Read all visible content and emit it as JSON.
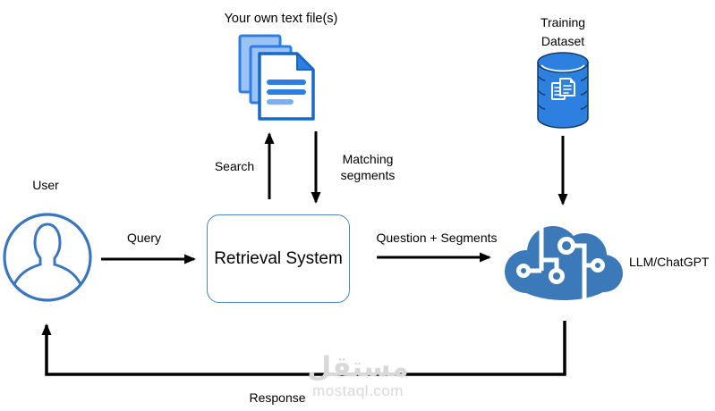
{
  "nodes": {
    "files": {
      "label": "Your own text file(s)"
    },
    "training": {
      "line1": "Training",
      "line2": "Dataset"
    },
    "user": {
      "label": "User"
    },
    "retrieval": {
      "label": "Retrieval System"
    },
    "llm": {
      "label": "LLM/ChatGPT"
    }
  },
  "edges": {
    "search": {
      "label": "Search"
    },
    "matching": {
      "line1": "Matching",
      "line2": "segments"
    },
    "query": {
      "label": "Query"
    },
    "question": {
      "label": "Question + Segments"
    },
    "response": {
      "label": "Response"
    }
  },
  "watermark": {
    "logo": "مستقل",
    "domain": "mostaql.com"
  },
  "colors": {
    "text": "#000000",
    "arrow": "#000000",
    "user_stroke": "#3a76c0",
    "box_border": "#4a86c8",
    "doc_border": "#1668c9",
    "doc_fill": "#9dc3f4",
    "doc_line": "#2e7de4",
    "doc_line_light": "#7aaef2",
    "db_fill": "#2e80e0",
    "db_stroke": "#123a63",
    "cloud": "#3c79b8",
    "watermark": "#d9d9d9"
  }
}
